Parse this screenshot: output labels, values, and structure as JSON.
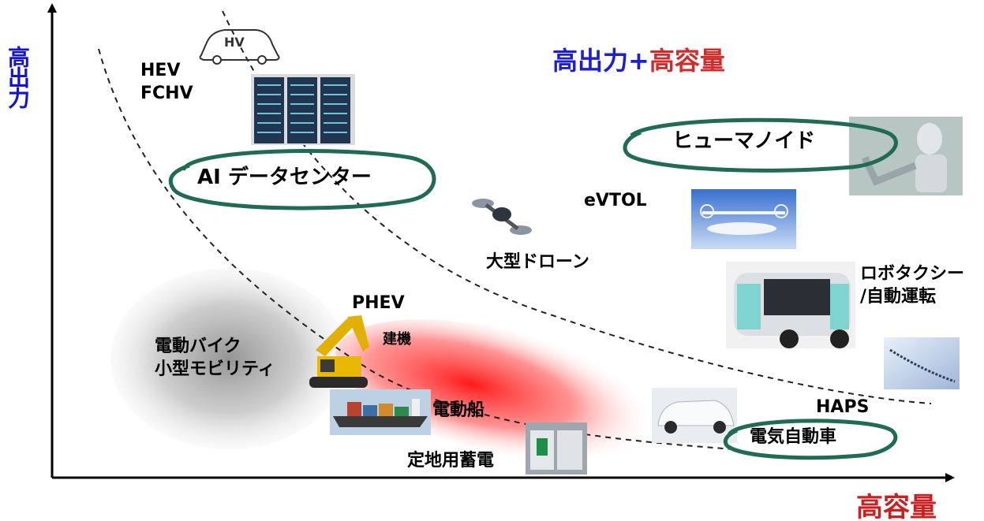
{
  "axes": {
    "y_label": "高出力",
    "x_label": "高容量"
  },
  "headline": {
    "part1": "高出力",
    "plus": "+",
    "part2": "高容量"
  },
  "labels": {
    "hev": "HEV",
    "fchv": "FCHV",
    "hv_badge": "HV",
    "ai_datacenter": "AI データセンター",
    "humanoid": "ヒューマノイド",
    "evtol": "eVTOL",
    "large_drone": "大型ドローン",
    "robotaxi_1": "ロボタクシー",
    "robotaxi_2": "/自動運転",
    "phev": "PHEV",
    "construction": "建機",
    "ebike_1": "電動バイク",
    "ebike_2": "小型モビリティ",
    "electric_ship": "電動船",
    "stationary_storage": "定地用蓄電",
    "haps": "HAPS",
    "ev": "電気自動車"
  },
  "colors": {
    "axis_y": "#1414cc",
    "axis_x": "#cc1f1f",
    "ellipse_outline": "#1f6b55",
    "red_zone": "#ff1a1a",
    "gray_zone": "#8f8f8f"
  }
}
